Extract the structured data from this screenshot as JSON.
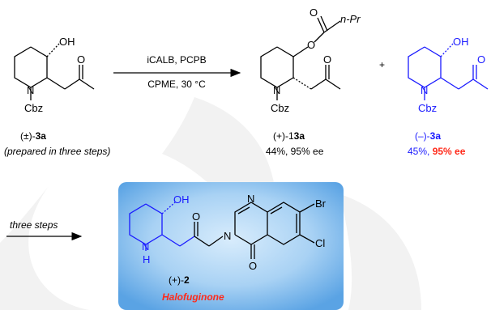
{
  "compounds": {
    "start": {
      "oh": "OH",
      "o": "O",
      "n": "N",
      "cbz": "Cbz",
      "label_pre": "(±)-",
      "label_id": "3a",
      "note": "(prepared in three steps)"
    },
    "ester": {
      "o_carbonyl": "O",
      "npr": "n-Pr",
      "o_ester": "O",
      "o_ketone": "O",
      "n": "N",
      "cbz": "Cbz",
      "label_pre": "(+)-1",
      "label_id": "3a",
      "result": "44%, 95% ee"
    },
    "alcohol": {
      "oh": "OH",
      "o": "O",
      "n": "N",
      "cbz": "Cbz",
      "label_pre": "(–)-",
      "label_id": "3a",
      "yield": "45%, ",
      "ee": "95% ee"
    },
    "product": {
      "oh": "OH",
      "n": "N",
      "h": "H",
      "o_ketone": "O",
      "n_ring1": "N",
      "n_ring3": "N",
      "o_ring": "O",
      "br": "Br",
      "cl": "Cl",
      "label_pre": "(+)-",
      "label_id": "2",
      "name": "Halofuginone"
    }
  },
  "reaction": {
    "reagents": "iCALB, PCPB",
    "conditions": "CPME, 30 °C",
    "plus": "+",
    "steps": "three steps"
  },
  "colors": {
    "highlight": "#1a1aff",
    "emphasis": "#ff2a1a",
    "box_top": "#5aa6e6",
    "box_center": "#cfe6fb"
  }
}
